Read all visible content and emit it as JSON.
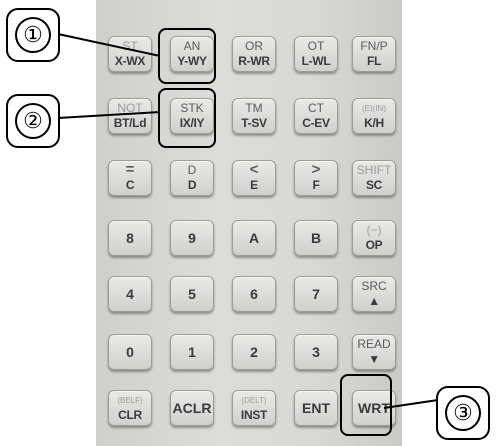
{
  "rows": [
    [
      {
        "name": "key-st",
        "top": "ST",
        "bot": "X-WX"
      },
      {
        "name": "key-an",
        "top": "AN",
        "bot": "Y-WY"
      },
      {
        "name": "key-or",
        "top": "OR",
        "bot": "R-WR"
      },
      {
        "name": "key-ot",
        "top": "OT",
        "bot": "L-WL"
      },
      {
        "name": "key-fnp",
        "top": "FN/P",
        "bot": "FL"
      }
    ],
    [
      {
        "name": "key-not",
        "top": "NOT",
        "bot": "BT/Ld"
      },
      {
        "name": "key-stk",
        "top": "STK",
        "bot": "IX/IY"
      },
      {
        "name": "key-tm",
        "top": "TM",
        "bot": "T-SV"
      },
      {
        "name": "key-ct",
        "top": "CT",
        "bot": "C-EV"
      },
      {
        "name": "key-kh",
        "top": "(E)(IN)",
        "bot": "K/H"
      }
    ],
    [
      {
        "name": "key-c",
        "top": "=",
        "bot": "C"
      },
      {
        "name": "key-d",
        "top": "D",
        "bot": "D"
      },
      {
        "name": "key-e",
        "top": "<",
        "bot": "E"
      },
      {
        "name": "key-f",
        "top": ">",
        "bot": "F"
      },
      {
        "name": "key-sc",
        "top": "SHIFT",
        "bot": "SC"
      }
    ],
    [
      {
        "name": "key-8",
        "single": "8"
      },
      {
        "name": "key-9",
        "single": "9"
      },
      {
        "name": "key-a",
        "single": "A"
      },
      {
        "name": "key-b",
        "single": "B"
      },
      {
        "name": "key-op",
        "top": "(−)",
        "bot": "OP"
      }
    ],
    [
      {
        "name": "key-4",
        "single": "4"
      },
      {
        "name": "key-5",
        "single": "5"
      },
      {
        "name": "key-6",
        "single": "6"
      },
      {
        "name": "key-7",
        "single": "7"
      },
      {
        "name": "key-src",
        "top": "SRC",
        "bot": "▲"
      }
    ],
    [
      {
        "name": "key-0",
        "single": "0"
      },
      {
        "name": "key-1",
        "single": "1"
      },
      {
        "name": "key-2",
        "single": "2"
      },
      {
        "name": "key-3",
        "single": "3"
      },
      {
        "name": "key-read",
        "top": "READ",
        "bot": "▼"
      }
    ],
    [
      {
        "name": "key-clr",
        "top": "(BELF)",
        "bot": "CLR"
      },
      {
        "name": "key-aclr",
        "single": "ACLR"
      },
      {
        "name": "key-inst",
        "top": "(DELT)",
        "bot": "INST"
      },
      {
        "name": "key-ent",
        "single": "ENT"
      },
      {
        "name": "key-wrt",
        "single": "WRT"
      }
    ]
  ],
  "markers": {
    "one": "①",
    "two": "②",
    "three": "③"
  }
}
